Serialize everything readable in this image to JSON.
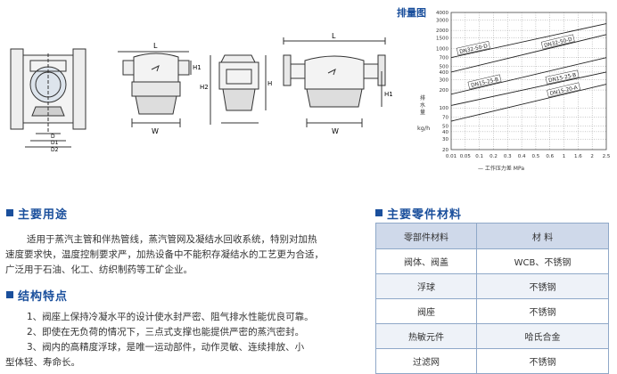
{
  "drawings": {
    "dims": [
      "L",
      "H1",
      "H2",
      "H",
      "W",
      "D",
      "D1",
      "D2",
      "L",
      "H1",
      "W"
    ]
  },
  "chart_data": {
    "type": "line",
    "title": "排量图",
    "xlabel": "工作压力差 MPa",
    "ylabel": "排水量 kg/h",
    "ylabel_parts": [
      "排",
      "水",
      "量",
      "kg/h"
    ],
    "x_ticks": [
      "0.01",
      "0.05",
      "0.1",
      "0.2",
      "0.3",
      "0.4",
      "0.5",
      "0.6",
      "1",
      "1.6",
      "2",
      "2.5"
    ],
    "y_ticks": [
      "4000",
      "3000",
      "2000",
      "1500",
      "1000",
      "700",
      "500",
      "400",
      "300",
      "200",
      "100",
      "70",
      "50",
      "40",
      "30",
      "20"
    ],
    "log_y": true,
    "xlim": [
      0.01,
      2.5
    ],
    "ylim": [
      20,
      4000
    ],
    "series": [
      {
        "name": "DN32-50-D",
        "x": [
          0.01,
          2.5
        ],
        "y": [
          700,
          2600
        ]
      },
      {
        "name": "DN32-50-D",
        "x": [
          0.01,
          2.5
        ],
        "y": [
          400,
          1700
        ]
      },
      {
        "name": "DN15-25-B",
        "x": [
          0.01,
          2.5
        ],
        "y": [
          170,
          700
        ]
      },
      {
        "name": "DN15-25-B",
        "x": [
          0.01,
          2.5
        ],
        "y": [
          110,
          400
        ]
      },
      {
        "name": "DN15-20-A",
        "x": [
          0.01,
          2.5
        ],
        "y": [
          60,
          250
        ]
      }
    ]
  },
  "usage": {
    "title": "主要用途",
    "lines": [
      "适用于蒸汽主管和伴热管线，蒸汽管网及凝结水回收系统，特别对加热",
      "速度要求快，温度控制要求严，加热设备中不能积存凝结水的工艺更为合适，",
      "广泛用于石油、化工、纺织制药等工矿企业。"
    ]
  },
  "features": {
    "title": "结构特点",
    "lines": [
      "1、阀座上保持冷凝水平的设计使水封严密、阻气排水性能优良可靠。",
      "2、即使在无负荷的情况下，三点式支撑也能提供严密的蒸汽密封。",
      "3、阀内的高精度浮球，是唯一运动部件，动作灵敏、连续排放、小",
      "型体轻、寿命长。"
    ]
  },
  "materials": {
    "title": "主要零件材料",
    "headers": [
      "零部件材料",
      "材  料"
    ],
    "rows": [
      [
        "阀体、阀盖",
        "WCB、不锈钢"
      ],
      [
        "浮球",
        "不锈钢"
      ],
      [
        "阀座",
        "不锈钢"
      ],
      [
        "热敏元件",
        "哈氏合金"
      ],
      [
        "过滤网",
        "不锈钢"
      ]
    ]
  },
  "colors": {
    "accent": "#1a4f9c",
    "table_header": "#cfd9ea"
  }
}
